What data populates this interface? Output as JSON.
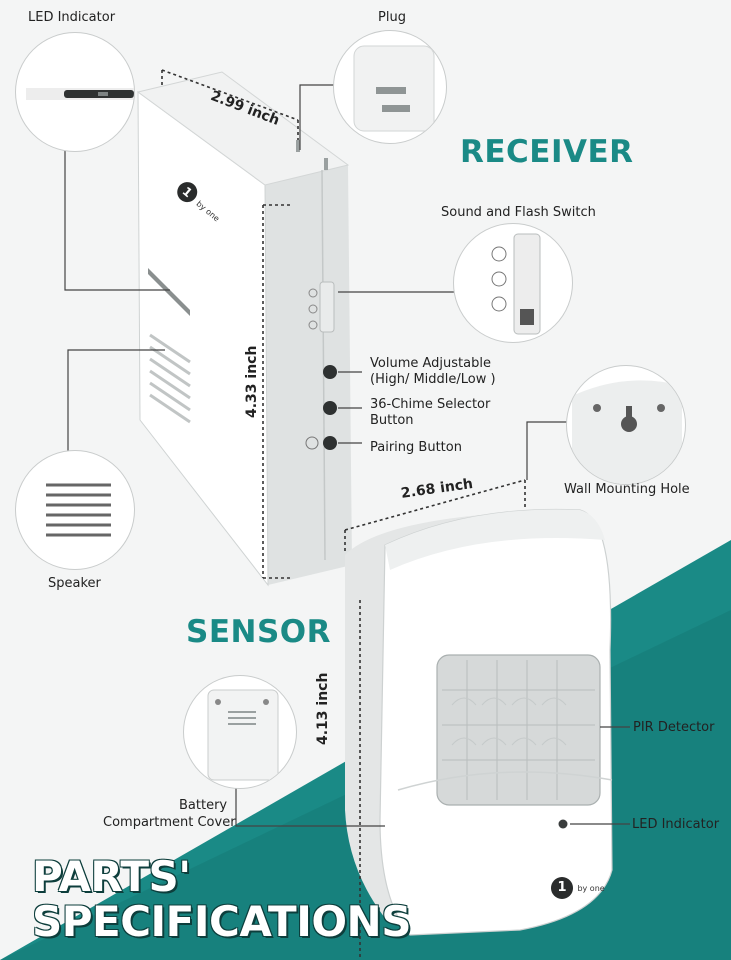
{
  "labels": {
    "led_indicator_top": "LED Indicator",
    "plug": "Plug",
    "receiver": "RECEIVER",
    "sound_flash_switch": "Sound and Flash Switch",
    "volume_line1": "Volume Adjustable",
    "volume_line2": "(High/ Middle/Low )",
    "chime_line1": "36-Chime Selector",
    "chime_line2": "Button",
    "pairing": "Pairing Button",
    "wall_mounting": "Wall Mounting Hole",
    "speaker": "Speaker",
    "sensor": "SENSOR",
    "pir": "PIR Detector",
    "battery_line1": "Battery",
    "battery_line2": "Compartment Cover",
    "led_indicator_bottom": "LED Indicator",
    "title_line1": "PARTS'",
    "title_line2": "SPECIFICATIONS"
  },
  "dimensions": {
    "receiver_width": "2.99 inch",
    "receiver_height": "4.33 inch",
    "sensor_width": "2.68 inch",
    "sensor_height": "4.13 inch"
  },
  "brand": {
    "logo_numeral": "1",
    "logo_text": "by one"
  },
  "colors": {
    "accent_teal": "#1a8a86",
    "background": "#f4f5f5"
  }
}
